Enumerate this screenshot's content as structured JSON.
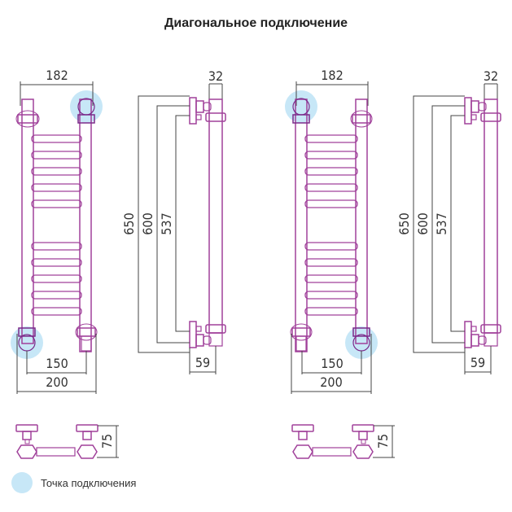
{
  "title": "Диагональное подключение",
  "colors": {
    "pipe": "#a0409a",
    "pipe_dark": "#7a2a8a",
    "connection_point": "#c7e7f7",
    "dimension_line": "#444444"
  },
  "variants": [
    {
      "name": "left-bottom-in-right-top",
      "front_view": {
        "top_width": "182",
        "axis_distance": "150",
        "total_width": "200",
        "connection_points": [
          "top-right",
          "bottom-left"
        ]
      },
      "side_view": {
        "depth_top": "32",
        "height_total": "650",
        "height_mid": "600",
        "height_axis": "537",
        "depth_bottom": "59"
      },
      "top_view": {
        "depth": "75"
      }
    },
    {
      "name": "right-bottom-in-left-top",
      "front_view": {
        "top_width": "182",
        "axis_distance": "150",
        "total_width": "200",
        "connection_points": [
          "top-left",
          "bottom-right"
        ]
      },
      "side_view": {
        "depth_top": "32",
        "height_total": "650",
        "height_mid": "600",
        "height_axis": "537",
        "depth_bottom": "59"
      },
      "top_view": {
        "depth": "75"
      }
    }
  ],
  "legend": {
    "label": "Точка подключения",
    "icon": "connection-point-circle"
  }
}
